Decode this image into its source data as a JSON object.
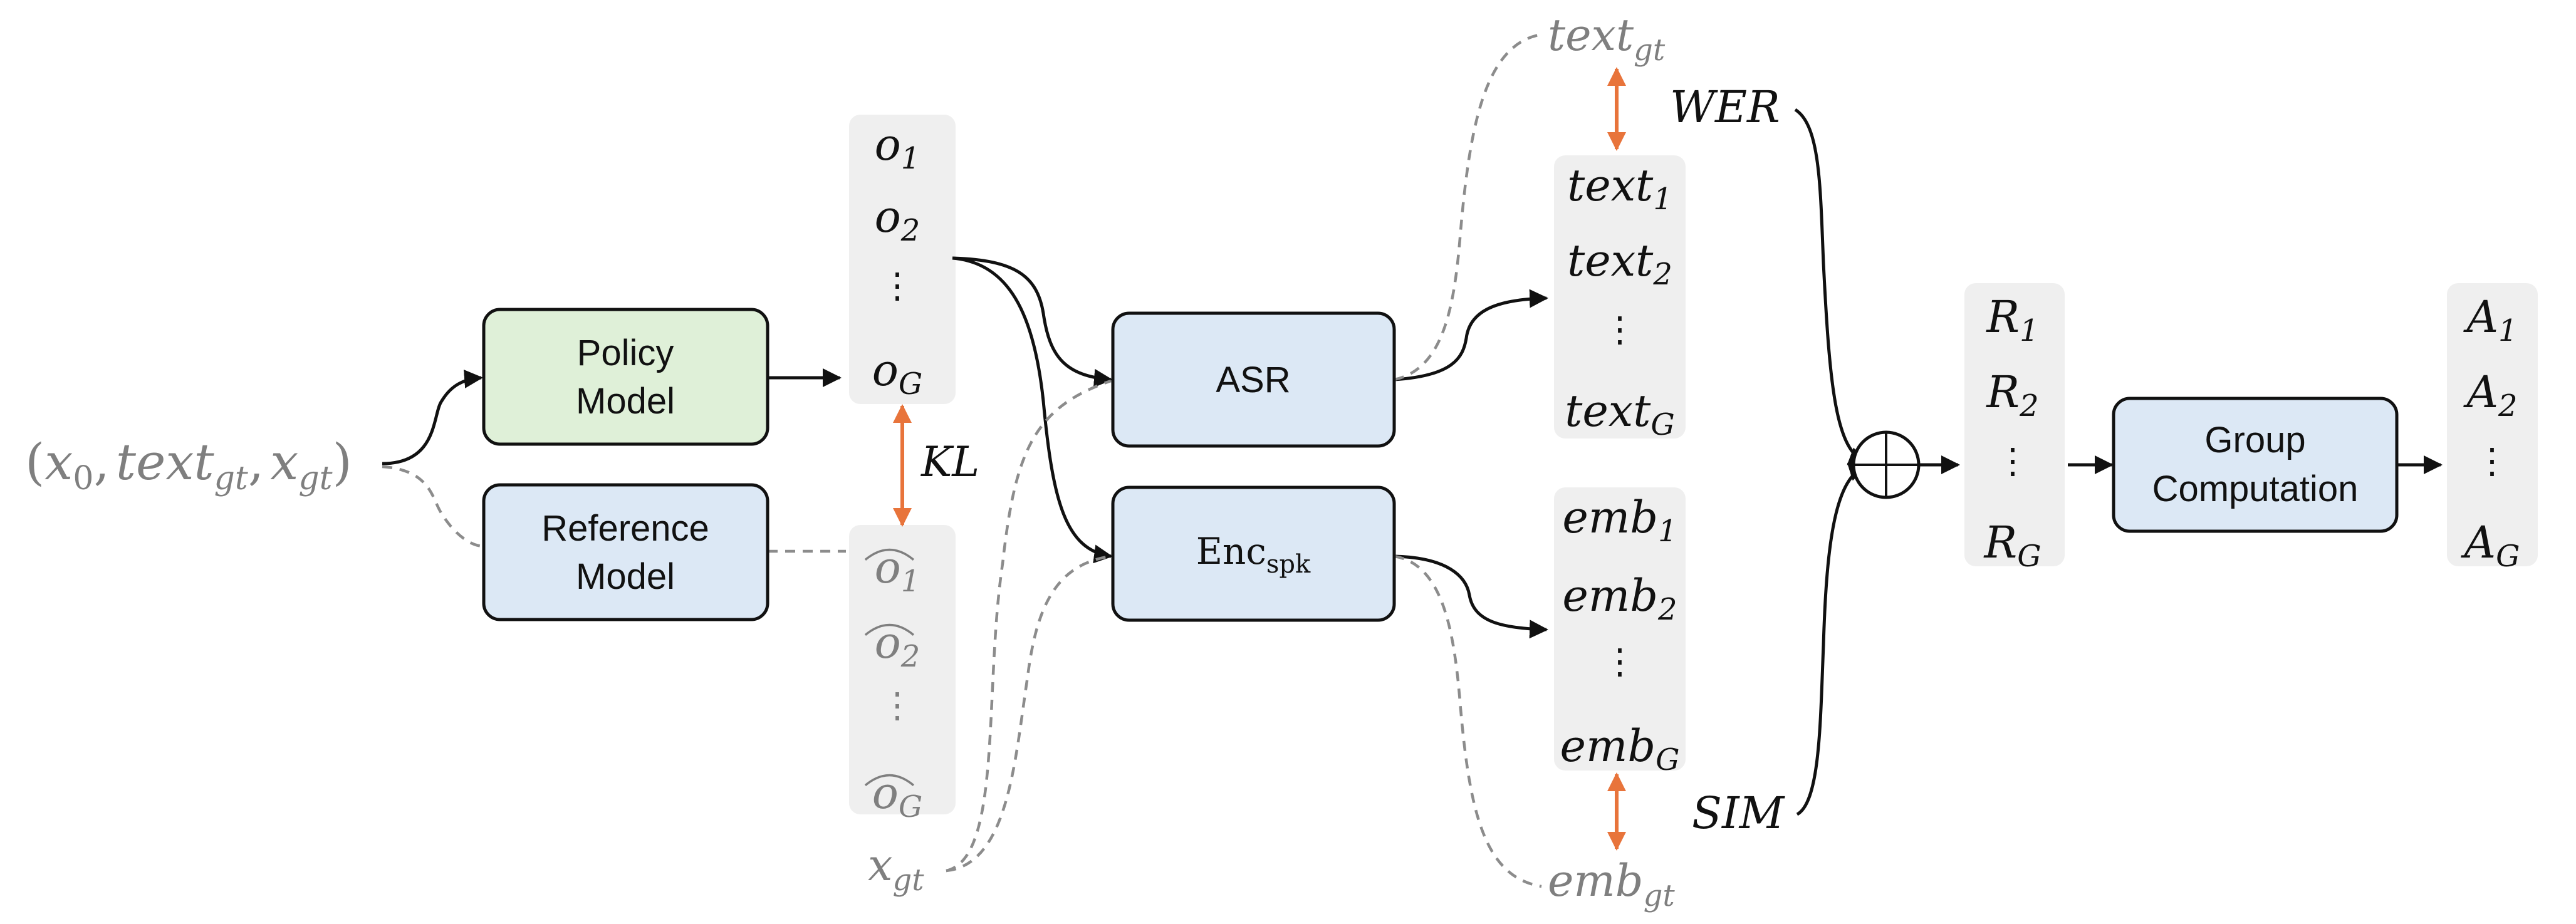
{
  "input": {
    "open": "(",
    "x0_base": "x",
    "x0_sub": "0",
    "sep": ",",
    "text_base": "text",
    "text_sub": "gt",
    "x_base": "x",
    "x_sub": "gt",
    "close": ")"
  },
  "policy_model": {
    "line1": "Policy",
    "line2": "Model"
  },
  "reference_model": {
    "line1": "Reference",
    "line2": "Model"
  },
  "outputs": {
    "base": "o",
    "items": [
      {
        "sub": "1"
      },
      {
        "sub": "2"
      },
      {
        "sub": "G"
      }
    ],
    "ellipsis": "⋮"
  },
  "ref_outputs": {
    "base": "o",
    "items": [
      {
        "sub": "1"
      },
      {
        "sub": "2"
      },
      {
        "sub": "G"
      }
    ],
    "ellipsis": "⋮"
  },
  "kl": "KL",
  "x_gt": {
    "base": "x",
    "sub": "gt"
  },
  "asr": {
    "label": "ASR"
  },
  "enc_spk": {
    "base": "Enc",
    "sub": "spk"
  },
  "texts": {
    "base": "text",
    "items": [
      {
        "sub": "1"
      },
      {
        "sub": "2"
      },
      {
        "sub": "G"
      }
    ],
    "ellipsis": "⋮"
  },
  "text_gt": {
    "base": "text",
    "sub": "gt"
  },
  "embs": {
    "base": "emb",
    "items": [
      {
        "sub": "1"
      },
      {
        "sub": "2"
      },
      {
        "sub": "G"
      }
    ],
    "ellipsis": "⋮"
  },
  "emb_gt": {
    "base": "emb",
    "sub": "gt"
  },
  "wer": "WER",
  "sim": "SIM",
  "rewards": {
    "base": "R",
    "items": [
      {
        "sub": "1"
      },
      {
        "sub": "2"
      },
      {
        "sub": "G"
      }
    ],
    "ellipsis": "⋮"
  },
  "group_computation": {
    "line1": "Group",
    "line2": "Computation"
  },
  "advantages": {
    "base": "A",
    "items": [
      {
        "sub": "1"
      },
      {
        "sub": "2"
      },
      {
        "sub": "G"
      }
    ],
    "ellipsis": "⋮"
  },
  "colors": {
    "policy_fill": "#dff0d8",
    "blue_fill": "#dce8f5",
    "gray_panel": "#efefef",
    "orange": "#e8743b",
    "dark": "#111111",
    "gray_text": "#7f7f7f",
    "dashed": "#8c8c8c"
  }
}
